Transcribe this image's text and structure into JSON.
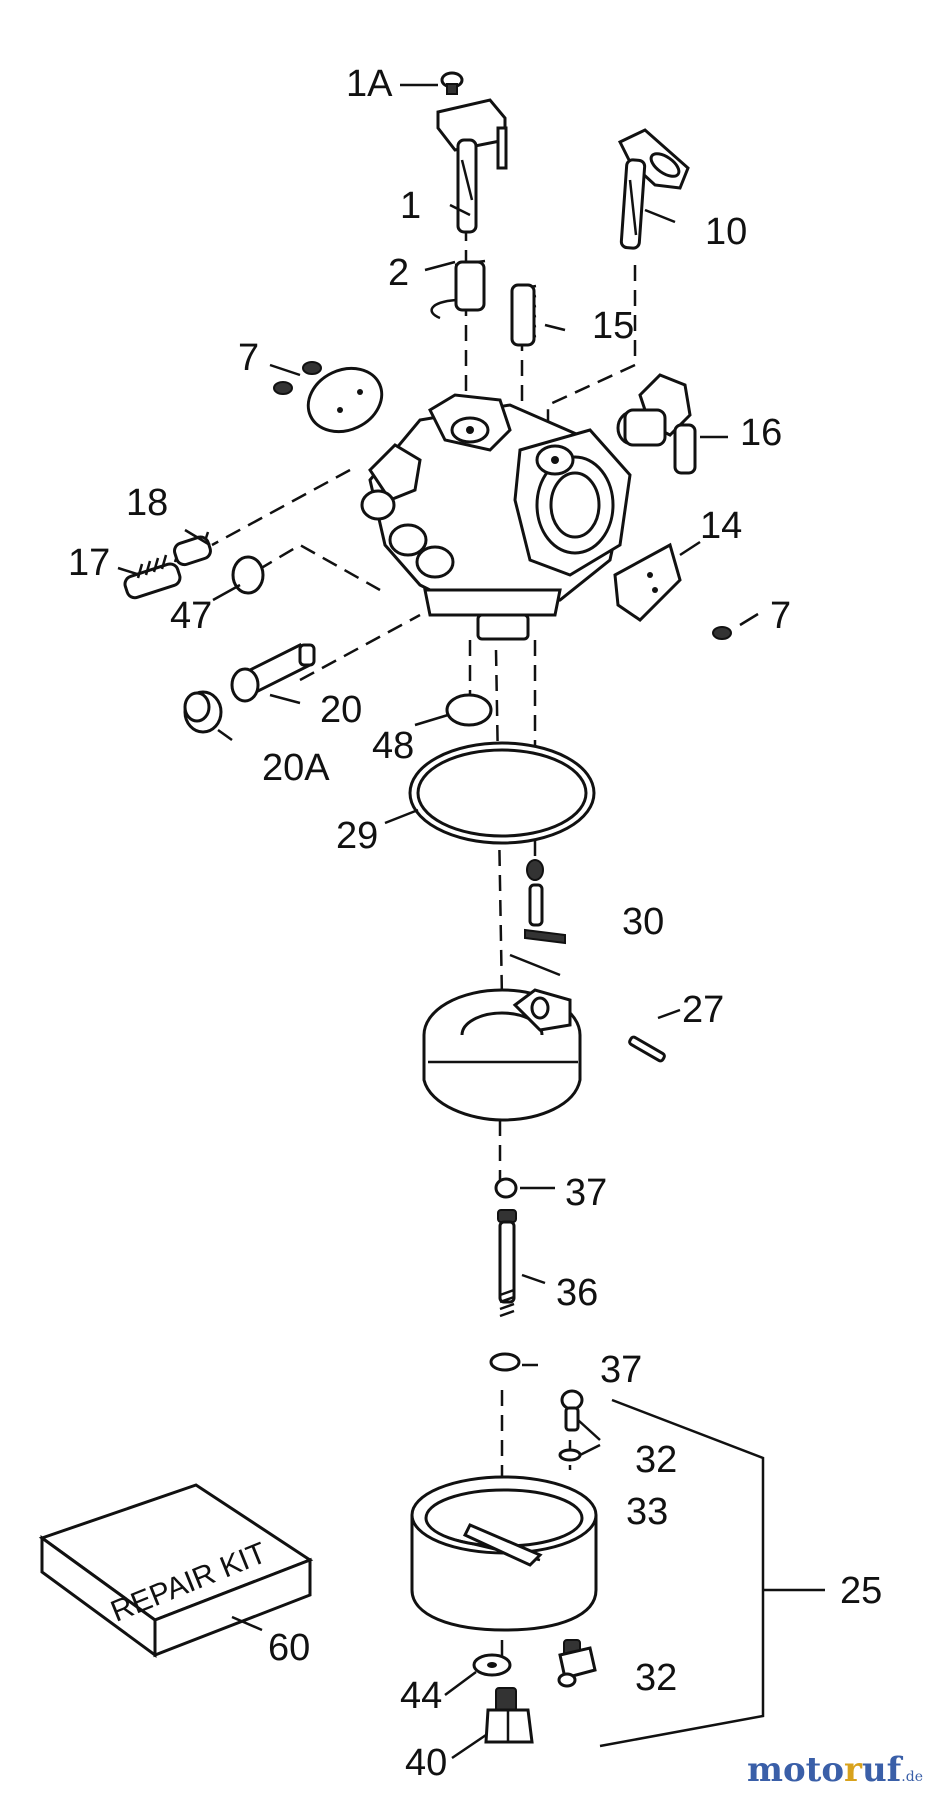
{
  "labels": {
    "l1A": "1A",
    "l1": "1",
    "l2": "2",
    "l7a": "7",
    "l10": "10",
    "l15": "15",
    "l16": "16",
    "l18": "18",
    "l17": "17",
    "l47": "47",
    "l14": "14",
    "l7b": "7",
    "l20": "20",
    "l20A": "20A",
    "l48": "48",
    "l29": "29",
    "l30": "30",
    "l27": "27",
    "l37a": "37",
    "l36": "36",
    "l37b": "37",
    "l32a": "32",
    "l33": "33",
    "l25": "25",
    "l60": "60",
    "l32b": "32",
    "l44": "44",
    "l40": "40"
  },
  "repair_kit": {
    "text": "REPAIR KIT"
  },
  "watermark": {
    "part1": "moto",
    "part2": "r",
    "part3": "uf",
    "suffix": ".de"
  },
  "colors": {
    "watermark_blue": "#3a5fa8",
    "watermark_gold": "#d8a21c"
  }
}
